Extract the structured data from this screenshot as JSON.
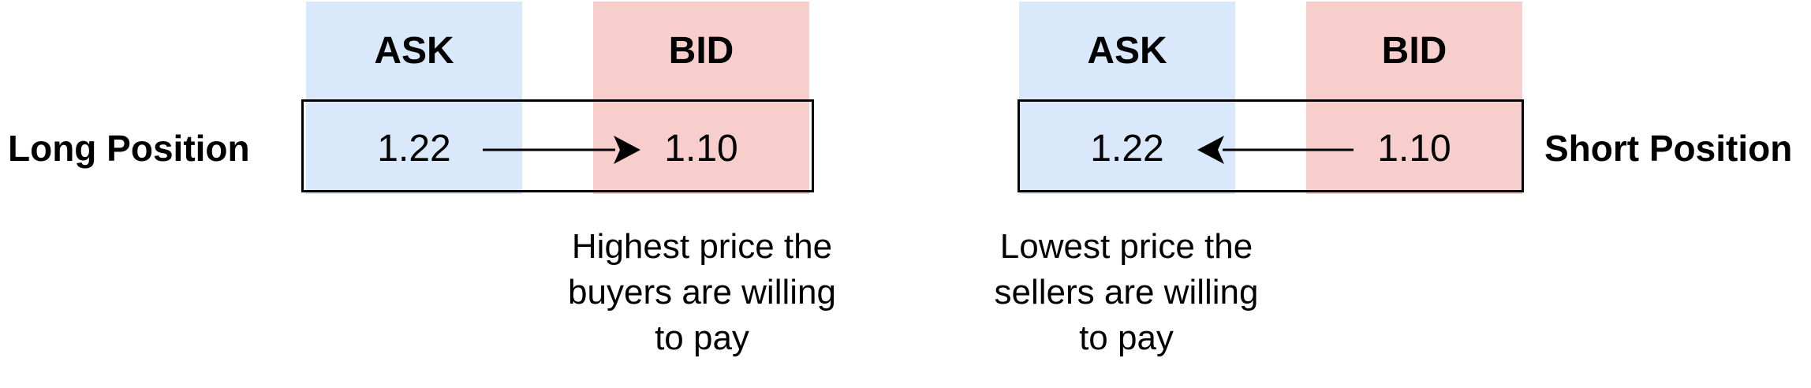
{
  "left": {
    "ask_header": "ASK",
    "bid_header": "BID",
    "ask_value": "1.22",
    "bid_value": "1.10",
    "position_label": "Long Position",
    "arrow_direction": "ask-to-bid",
    "note_lines": [
      "Highest price the",
      "buyers are willing",
      "to pay"
    ]
  },
  "right": {
    "ask_header": "ASK",
    "bid_header": "BID",
    "ask_value": "1.22",
    "bid_value": "1.10",
    "position_label": "Short Position",
    "arrow_direction": "bid-to-ask",
    "note_lines": [
      "Lowest price the",
      "sellers are willing",
      "to pay"
    ]
  },
  "colors": {
    "ask_fill": "#dae8fc",
    "bid_fill": "#f8cecc",
    "border": "#000000"
  }
}
